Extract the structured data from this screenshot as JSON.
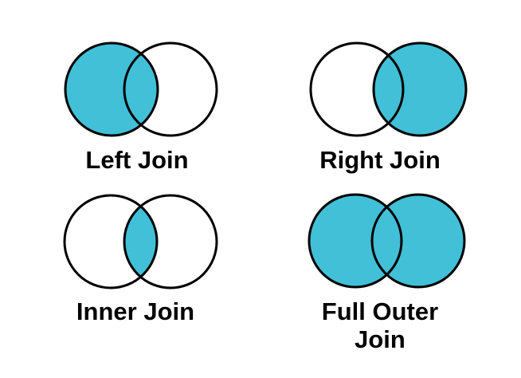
{
  "colors": {
    "fill": "#41C0D8",
    "stroke": "#000000",
    "background": "#FFFFFF",
    "text": "#000000"
  },
  "diagrams": [
    {
      "id": "left-join",
      "label": "Left Join",
      "filled": {
        "left": true,
        "right": false,
        "intersection": true
      }
    },
    {
      "id": "right-join",
      "label": "Right Join",
      "filled": {
        "left": false,
        "right": true,
        "intersection": true
      }
    },
    {
      "id": "inner-join",
      "label": "Inner Join",
      "filled": {
        "left": false,
        "right": false,
        "intersection": true
      }
    },
    {
      "id": "full-outer-join",
      "label": "Full Outer Join",
      "filled": {
        "left": true,
        "right": true,
        "intersection": true
      }
    }
  ]
}
